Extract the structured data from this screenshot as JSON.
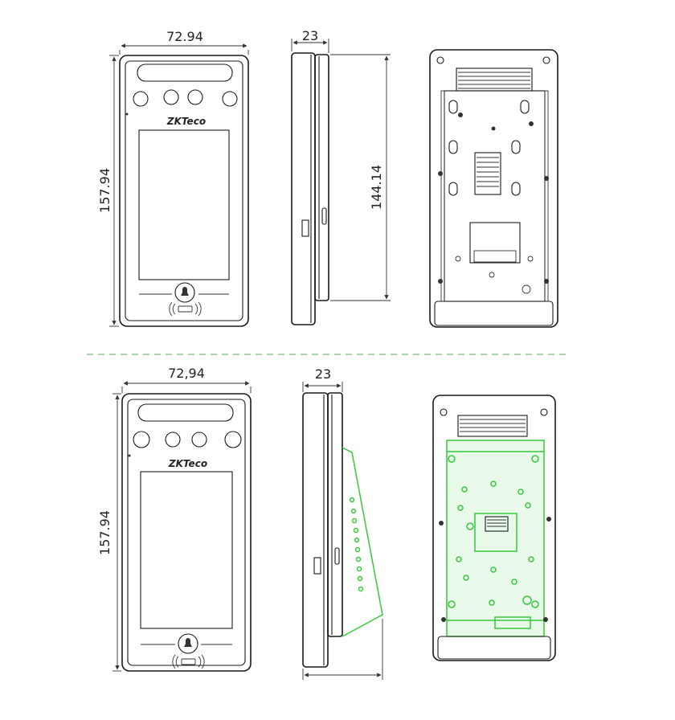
{
  "views": [
    {
      "id": "top",
      "front": {
        "width_label": "72.94",
        "height_label": "157.94",
        "logo": "ZKTeco"
      },
      "side": {
        "depth_label": "23",
        "height_label": "144.14"
      },
      "back": {}
    },
    {
      "id": "bottom",
      "front": {
        "width_label": "72,94",
        "height_label": "157.94",
        "logo": "ZKTeco"
      },
      "side": {
        "depth_label": "23"
      },
      "back": {}
    }
  ],
  "colors": {
    "line": "#1a1a1a",
    "highlight": "#37c83c",
    "divider": "#7ab97a"
  }
}
